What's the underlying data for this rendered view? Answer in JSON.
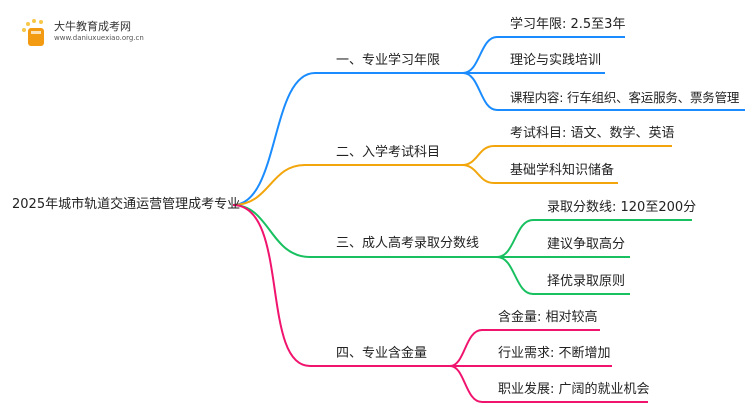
{
  "logo": {
    "title": "大牛教育成考网",
    "url": "www.daniuxuexiao.org.cn"
  },
  "root": "2025年城市轨道交通运营管理成考专业",
  "colors": {
    "blue": "#1a8cff",
    "orange": "#f2a60c",
    "green": "#19c060",
    "pink": "#f0146e"
  },
  "branches": [
    {
      "label": "一、专业学习年限",
      "children": [
        "学习年限: 2.5至3年",
        "理论与实践培训",
        "课程内容: 行车组织、客运服务、票务管理"
      ]
    },
    {
      "label": "二、入学考试科目",
      "children": [
        "考试科目: 语文、数学、英语",
        "基础学科知识储备"
      ]
    },
    {
      "label": "三、成人高考录取分数线",
      "children": [
        "录取分数线: 120至200分",
        "建议争取高分",
        "择优录取原则"
      ]
    },
    {
      "label": "四、专业含金量",
      "children": [
        "含金量: 相对较高",
        "行业需求: 不断增加",
        "职业发展: 广阔的就业机会"
      ]
    }
  ]
}
